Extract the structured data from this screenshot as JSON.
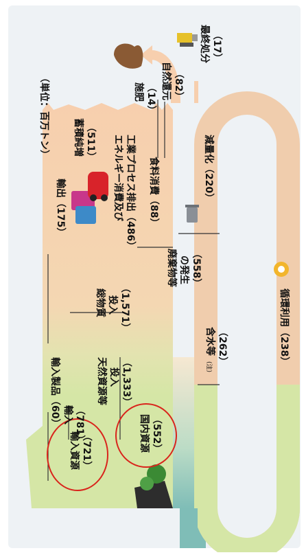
{
  "unit_label": "（単位：百万トン）",
  "labels": {
    "import_products": "輸入製品（60）",
    "imports": "輸入",
    "imports_value": "（781）",
    "imported_resources": "輸入資源",
    "imported_resources_value": "（721）",
    "domestic_resources": "国内資源",
    "domestic_resources_value": "（552）",
    "natural_resource_input": "天然資源等",
    "natural_resource_input_2": "投入",
    "natural_resource_input_value": "（1,333）",
    "total_material_input": "総物質",
    "total_material_input_2": "投入",
    "total_material_input_value": "（1,571）",
    "water_content": "含水等",
    "water_content_note": "(注)",
    "water_content_value": "（262）",
    "exports": "輸出（175）",
    "net_accumulation": "蓄積純増",
    "net_accumulation_value": "（511）",
    "energy_consumption": "エネルギー消費及び",
    "industrial_emissions": "工業プロセス排出（486）",
    "food_consumption": "食料消費（88）",
    "fertilizer": "施肥",
    "fertilizer_value": "（14）",
    "natural_reduction": "自然還元",
    "natural_reduction_value": "（82）",
    "final_disposal": "最終処分",
    "final_disposal_value": "（17）",
    "waste_generation": "廃棄物等",
    "waste_generation_2": "の発生",
    "waste_generation_value": "（558）",
    "volume_reduction": "減量化（220）",
    "recycling": "循環利用（238）"
  },
  "colors": {
    "green_flow": "#d5e6a6",
    "peach_flow": "#f7cfae",
    "pale_flow": "#eae2b4",
    "water": "#8fc6c1",
    "circle": "#d9241c",
    "text": "#111111",
    "panel_bg": "#eef2f5"
  }
}
